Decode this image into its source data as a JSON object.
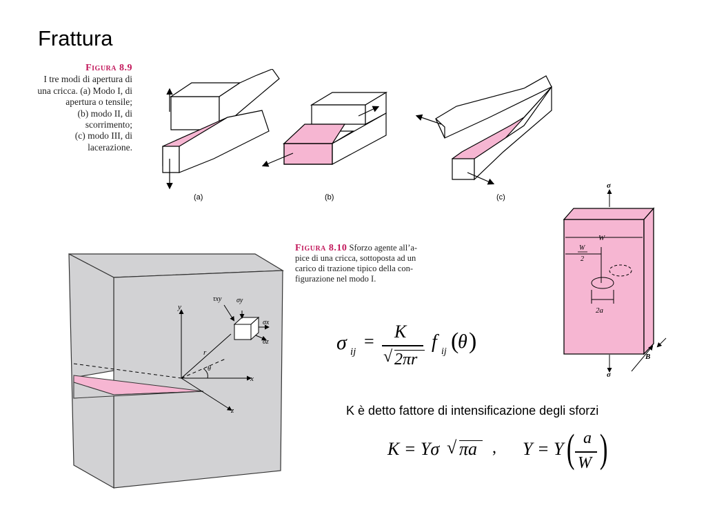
{
  "title": "Frattura",
  "fig89": {
    "label": "Figura 8.9",
    "caption_lines": [
      "I tre modi di apertura di",
      "una cricca. (a) Modo I, di",
      "apertura o tensile;",
      "(b) modo II, di",
      "scorrimento;",
      "(c) modo III, di",
      "lacerazione."
    ],
    "sub_a": "(a)",
    "sub_b": "(b)",
    "sub_c": "(c)"
  },
  "fig810": {
    "label": "Figura 8.10",
    "caption_lines": [
      "Sforzo agente all’a-",
      "pice di una cricca, sottoposta ad un",
      "carico di trazione tipico della con-",
      "figurazione nel modo I."
    ],
    "axis_y": "y",
    "axis_x": "x",
    "axis_z": "z",
    "r": "r",
    "theta": "θ",
    "tau_xy": "τxy",
    "sigma_y": "σy",
    "sigma_x": "σx",
    "sigma_z": "σz"
  },
  "specimen": {
    "sigma_top": "σ",
    "sigma_bottom": "σ",
    "W": "W",
    "W2_num": "W",
    "W2_den": "2",
    "two_a": "2a",
    "B": "B"
  },
  "formula1": {
    "sigma": "σ",
    "sub_ij": "ij",
    "eq": "=",
    "K": "K",
    "root": "2πr",
    "f": "f",
    "f_sub": "ij",
    "arg": "θ"
  },
  "k_description": "K è detto fattore di intensificazione degli sforzi",
  "formula2": {
    "lhs": "K = Yσ",
    "root": "πa",
    "comma": ",",
    "rhs": "Y = Y",
    "num": "a",
    "den": "W"
  },
  "colors": {
    "pink": "#f6b6d2",
    "grey": "#d2d2d4",
    "caption_label": "#c2185b"
  }
}
